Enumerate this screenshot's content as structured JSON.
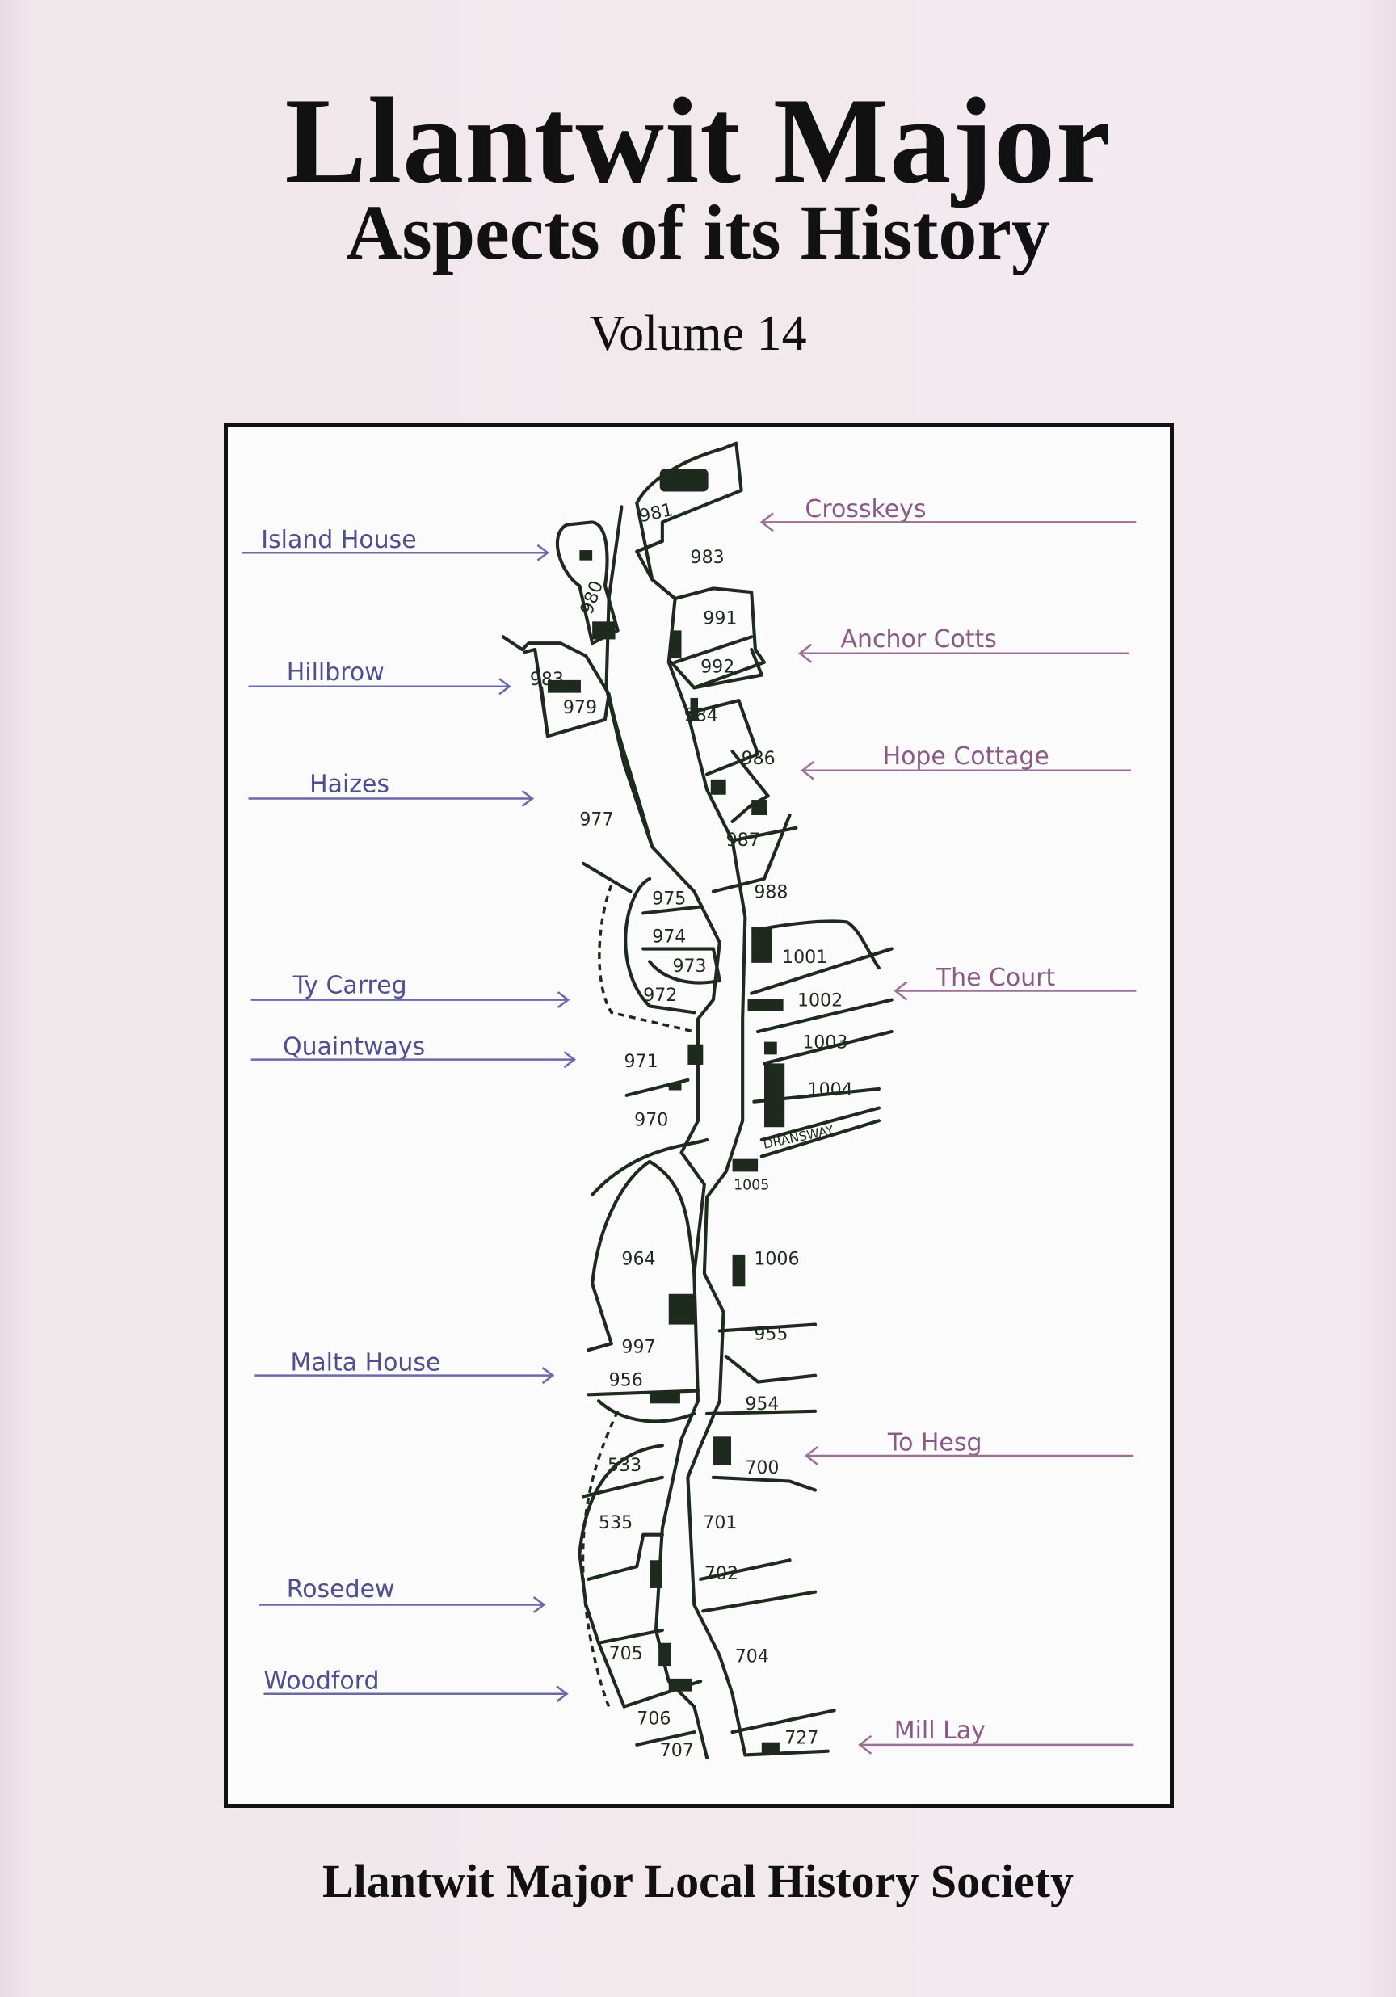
{
  "cover": {
    "title": "Llantwit Major",
    "subtitle": "Aspects of its History",
    "volume": "Volume 14",
    "publisher": "Llantwit Major Local History Society"
  },
  "colors": {
    "background": "#f1e8ec",
    "left_labels": "#4f4f8f",
    "right_labels": "#8a5a86",
    "ink": "#1f2a1f"
  },
  "map": {
    "left_labels": [
      "Island House",
      "Hillbrow",
      "Haizes",
      "Ty Carreg",
      "Quaintways",
      "Malta House",
      "Rosedew",
      "Woodford"
    ],
    "right_labels": [
      "Crosskeys",
      "Anchor Cotts",
      "Hope Cottage",
      "The Court",
      "To Hesg",
      "Mill Lay"
    ],
    "street_label": "DRANSWAY",
    "plots": [
      "981",
      "983",
      "980",
      "991",
      "992",
      "983",
      "979",
      "984",
      "986",
      "977",
      "987",
      "988",
      "975",
      "974",
      "973",
      "972",
      "1001",
      "1002",
      "1003",
      "1004",
      "1005",
      "971",
      "970",
      "964",
      "1006",
      "955",
      "997",
      "956",
      "954",
      "533",
      "700",
      "535",
      "701",
      "702",
      "705",
      "704",
      "706",
      "707",
      "727"
    ]
  }
}
